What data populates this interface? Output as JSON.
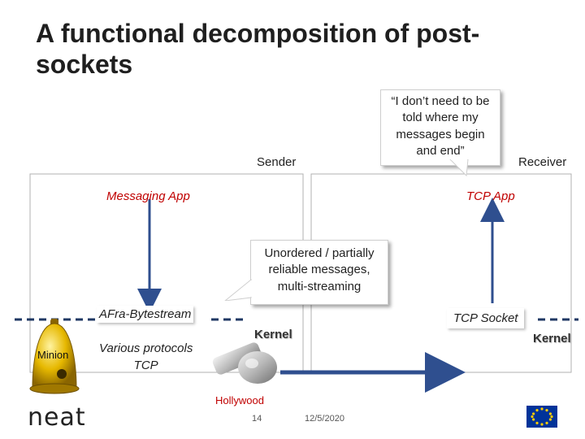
{
  "title": "A functional decomposition of post-sockets",
  "sender_label": "Sender",
  "receiver_label": "Receiver",
  "messaging_app_label": "Messaging App",
  "tcp_app_label": "TCP App",
  "callout_top": "“I don’t need to be told where my messages begin and end”",
  "callout_middle": "Unordered / partially reliable messages, multi-streaming",
  "afra_label": "AFra-Bytestream",
  "various_protocols_label": "Various protocols",
  "tcp_label": "TCP",
  "tcp_socket_label": "TCP Socket",
  "kernel_left_label": "Kernel",
  "kernel_right_label": "Kernel",
  "minion_label": "Minion",
  "hollywood_label": "Hollywood",
  "page_number": "14",
  "date": "12/5/2020",
  "logo_text": "neat",
  "colors": {
    "accent_red": "#c00000",
    "arrow_blue": "#2f4f8f",
    "dashed_navy": "#1f3864",
    "bell_gold": "#e0b000"
  }
}
